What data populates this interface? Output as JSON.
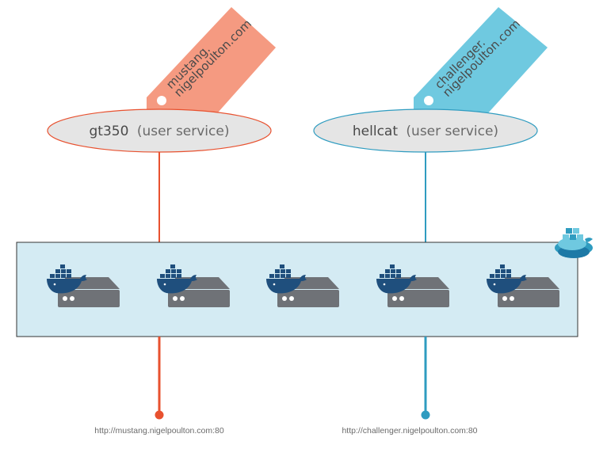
{
  "services": [
    {
      "name": "gt350",
      "suffix": "(user service)",
      "tag_line1": "mustang.",
      "tag_line2": "nigelpoulton.com",
      "url": "http://mustang.nigelpoulton.com:80",
      "color": "#e8512f",
      "tag_color": "#f59a81"
    },
    {
      "name": "hellcat",
      "suffix": "(user service)",
      "tag_line1": "challenger.",
      "tag_line2": "nigelpoulton.com",
      "url": "http://challenger.nigelpoulton.com:80",
      "color": "#2f9cc0",
      "tag_color": "#6fc9e0"
    }
  ],
  "swarm": {
    "node_count": 5,
    "icon": "docker-whale-icon",
    "swarm_icon": "docker-swarm-icon",
    "fill": "#d4ebf3",
    "server_color": "#6f7277",
    "whale_color": "#1f4f7d"
  }
}
